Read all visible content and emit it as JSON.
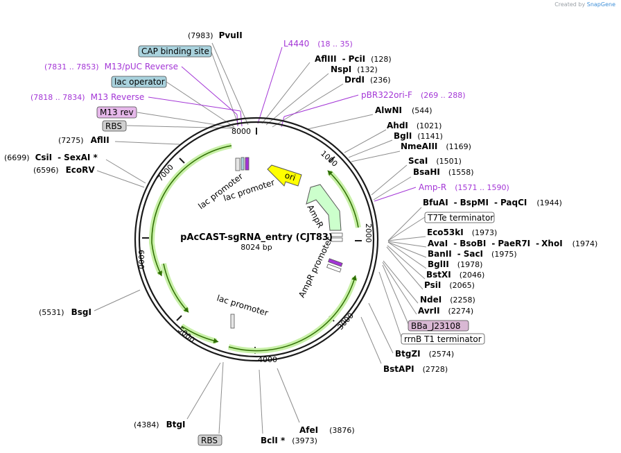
{
  "credit": {
    "text": "Created by",
    "brand": "SnapGene"
  },
  "plasmid": {
    "name": "pAcCAST-sgRNA_entry (CJT83)",
    "size": "8024 bp"
  },
  "ticks": [
    "1000",
    "2000",
    "3000",
    "4000",
    "5000",
    "6000",
    "7000",
    "8000"
  ],
  "features": {
    "ori": "ori",
    "ampr": "AmpR",
    "ampr_promoter": "AmpR promoter",
    "lac_promoter_1": "lac promoter",
    "lac_promoter_2": "lac promoter",
    "lac_promoter_3": "lac promoter"
  },
  "enzymes": {
    "pvuii": {
      "name": "PvuII",
      "pos": "(7983)"
    },
    "afliii": {
      "name": "AflIII",
      "sep": "-",
      "name2": "PciI",
      "pos": "(128)"
    },
    "nspi": {
      "name": "NspI",
      "pos": "(132)"
    },
    "drdi": {
      "name": "DrdI",
      "pos": "(236)"
    },
    "alwni": {
      "name": "AlwNI",
      "pos": "(544)"
    },
    "ahdi": {
      "name": "AhdI",
      "pos": "(1021)"
    },
    "bgli": {
      "name": "BglI",
      "pos": "(1141)"
    },
    "nmeaiii": {
      "name": "NmeAIII",
      "pos": "(1169)"
    },
    "scai": {
      "name": "ScaI",
      "pos": "(1501)"
    },
    "bsahi": {
      "name": "BsaHI",
      "pos": "(1558)"
    },
    "bfuai": {
      "name": "BfuAI",
      "sep": "-",
      "name2": "BspMI",
      "sep2": "-",
      "name3": "PaqCI",
      "pos": "(1944)"
    },
    "eco53ki": {
      "name": "Eco53kI",
      "pos": "(1973)"
    },
    "avai": {
      "name": "AvaI",
      "sep": "-",
      "name2": "BsoBI",
      "sep2": "-",
      "name3": "PaeR7I",
      "sep3": "-",
      "name4": "XhoI",
      "pos": "(1974)"
    },
    "banii": {
      "name": "BanII",
      "sep": "-",
      "name2": "SacI",
      "pos": "(1975)"
    },
    "bglii": {
      "name": "BglII",
      "pos": "(1978)"
    },
    "bstxi": {
      "name": "BstXI",
      "pos": "(2046)"
    },
    "psii": {
      "name": "PsiI",
      "pos": "(2065)"
    },
    "ndei": {
      "name": "NdeI",
      "pos": "(2258)"
    },
    "avrii": {
      "name": "AvrII",
      "pos": "(2274)"
    },
    "btgzi": {
      "name": "BtgZI",
      "pos": "(2574)"
    },
    "bstapi": {
      "name": "BstAPI",
      "pos": "(2728)"
    },
    "afei": {
      "name": "AfeI",
      "pos": "(3876)"
    },
    "bcli": {
      "name": "BclI *",
      "pos": "(3973)"
    },
    "btgi": {
      "name": "BtgI",
      "pos": "(4384)"
    },
    "bsgi": {
      "name": "BsgI",
      "pos": "(5531)"
    },
    "ecorv": {
      "name": "EcoRV",
      "pos": "(6596)"
    },
    "csii": {
      "name": "CsiI",
      "sep": "-",
      "name2": "SexAI *",
      "pos": "(6699)"
    },
    "aflii": {
      "name": "AflII",
      "pos": "(7275)"
    }
  },
  "feature_labels": {
    "l4440": {
      "name": "L4440",
      "pos": "(18 .. 35)"
    },
    "pbr322": {
      "name": "pBR322ori-F",
      "pos": "(269 .. 288)"
    },
    "ampr_primer": {
      "name": "Amp-R",
      "pos": "(1571 .. 1590)"
    },
    "m13puc": {
      "name": "M13/pUC Reverse",
      "pos": "(7831 .. 7853)"
    },
    "m13rev": {
      "name": "M13 Reverse",
      "pos": "(7818 .. 7834)"
    }
  },
  "boxes": {
    "cap": "CAP binding site",
    "lacop": "lac operator",
    "m13rev": "M13 rev",
    "rbs1": "RBS",
    "rbs2": "RBS",
    "t7te": "T7Te terminator",
    "bba": "BBa_J23108",
    "rrnb": "rrnB T1 terminator"
  },
  "colors": {
    "feature_purple": "#a335d6",
    "ori_fill": "#ffff00",
    "ampr_fill": "#ccffcc",
    "orf_arrow": "#2e8b00",
    "orf_glow": "#c8f0a8",
    "box_blue": "#a9d2dd",
    "box_pink": "#e6b8ea",
    "box_gray": "#cfcfcf",
    "box_mauve": "#d9b8d4"
  }
}
